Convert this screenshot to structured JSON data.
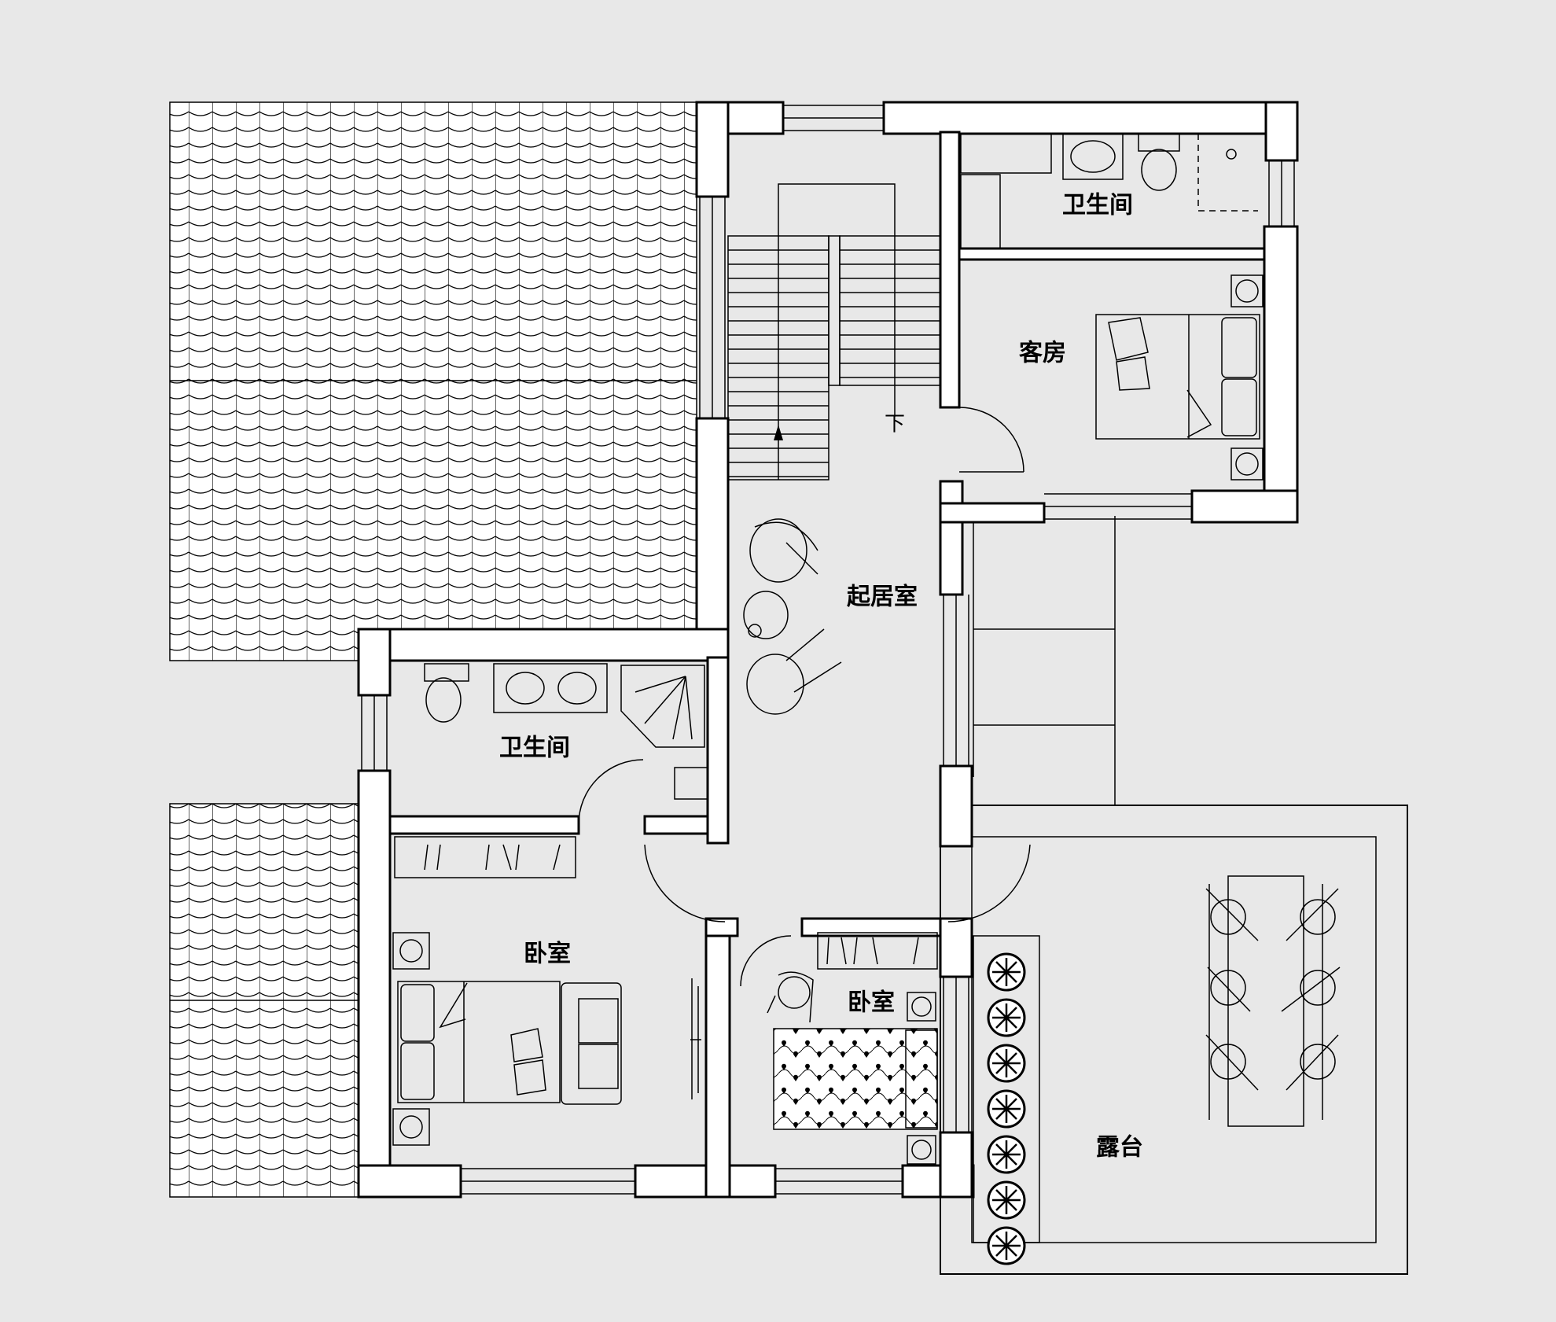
{
  "rooms": {
    "bath_top": "卫生间",
    "guest_room": "客房",
    "living_room": "起居室",
    "bath_left": "卫生间",
    "bedroom_left": "卧室",
    "bedroom_right": "卧室",
    "terrace": "露台"
  },
  "stair_label": "下",
  "colors": {
    "background": "#e8e8e8",
    "wall_fill": "#ffffff",
    "line": "#000000"
  },
  "icons": [
    "roof-tile-pattern",
    "stair-icon",
    "toilet-icon",
    "sink-icon",
    "shower-icon",
    "bed-icon",
    "sofa-icon",
    "armchair-icon",
    "dining-table-icon",
    "plant-icon",
    "wardrobe-icon",
    "lamp-icon"
  ]
}
